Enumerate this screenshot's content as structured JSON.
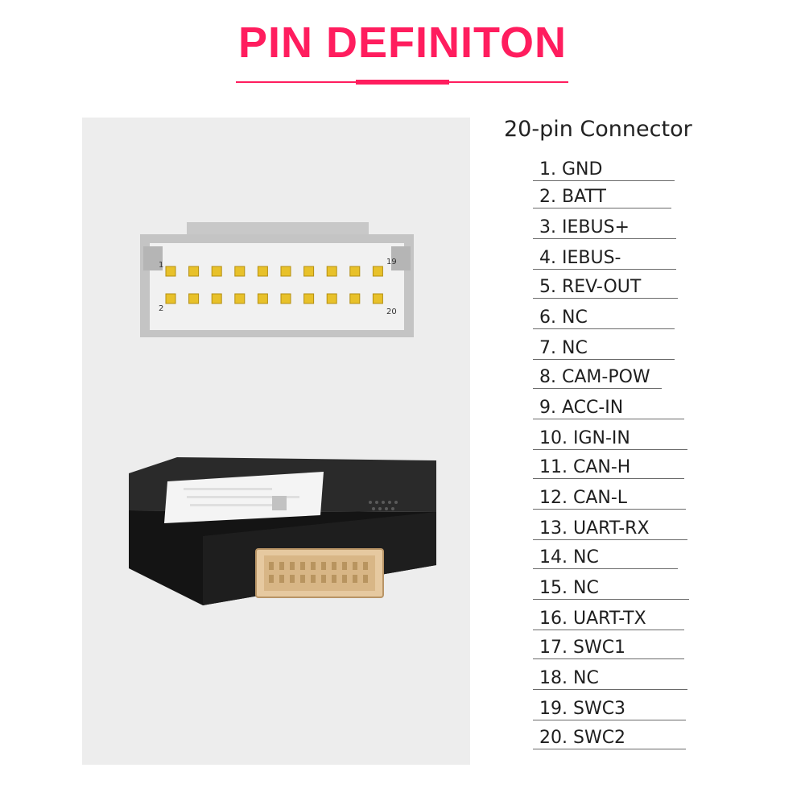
{
  "header": {
    "title": "PIN DEFINITON",
    "title_color": "#ff1d5e"
  },
  "pin_list": {
    "title": "20-pin Connector",
    "pins": [
      "1. GND",
      "2. BATT",
      "3. IEBUS+",
      "4. IEBUS-",
      "5. REV-OUT",
      "6. NC",
      "7. NC",
      "8. CAM-POW",
      "9. ACC-IN",
      "10. IGN-IN",
      "11. CAN-H",
      "12. CAN-L",
      "13. UART-RX",
      "14. NC",
      "15. NC",
      "16. UART-TX",
      "17. SWC1",
      "18. NC",
      "19. SWC3",
      "20. SWC2"
    ]
  },
  "connector_diagram": {
    "label_pin_1": "1",
    "label_pin_19": "19",
    "label_pin_2": "2",
    "label_pin_20": "20"
  },
  "colors": {
    "accent": "#ff1d5e",
    "pin_gold": "#e8c12a",
    "housing_grey": "#c9c9c9",
    "panel_bg": "#ededed",
    "device_body": "#1c1c1c",
    "header_tan": "#e6c9a0"
  }
}
